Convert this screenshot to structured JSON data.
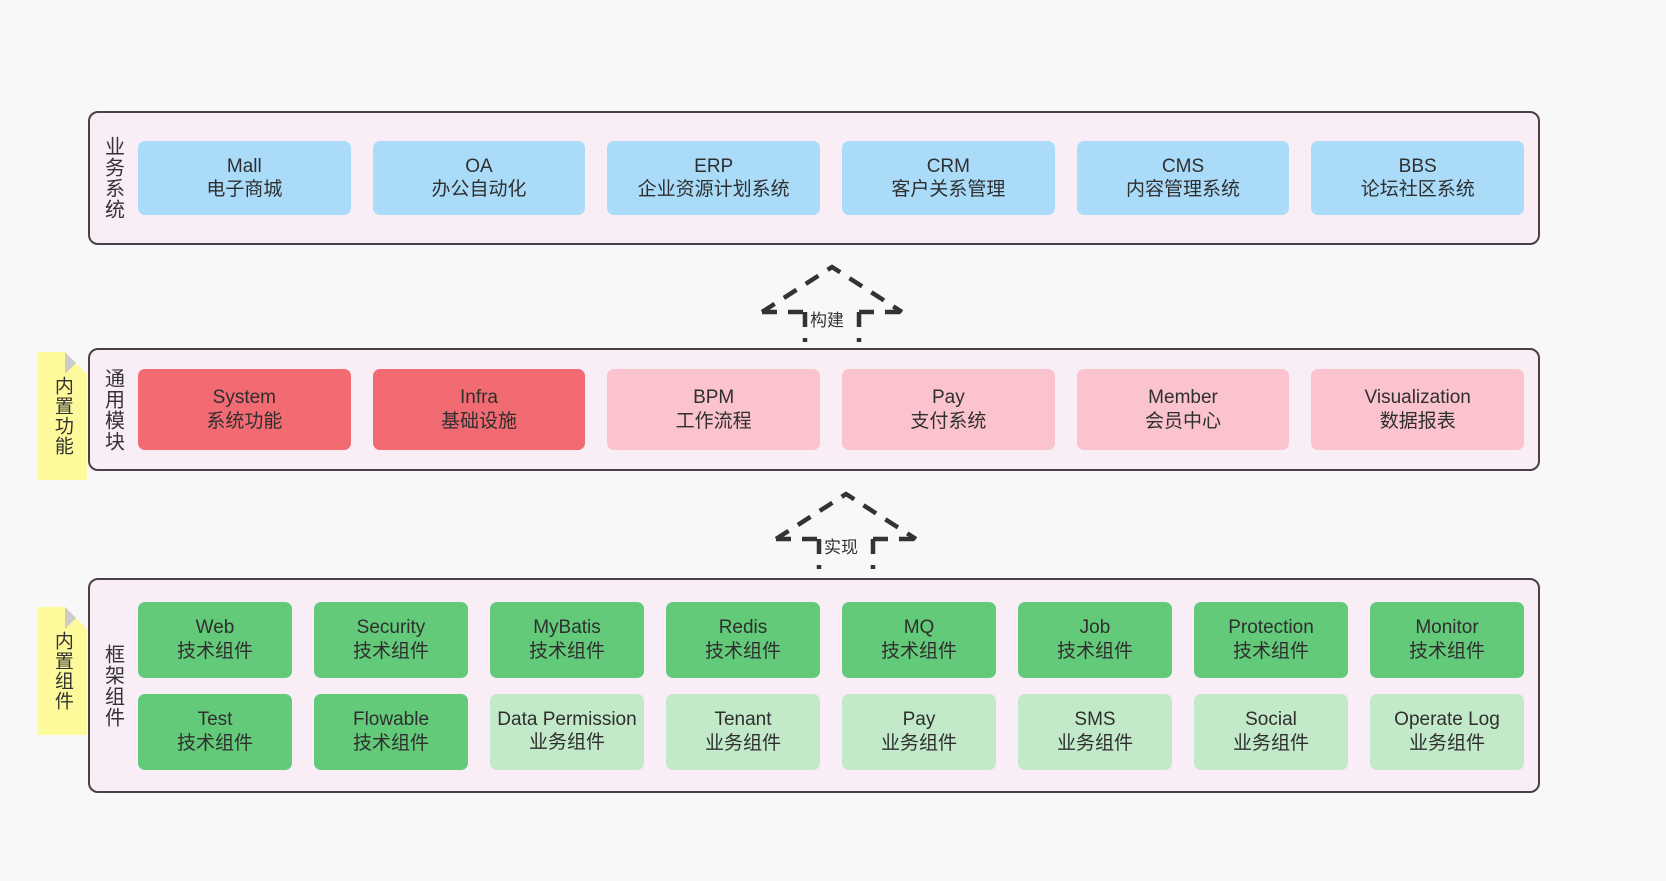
{
  "diagram": {
    "title": "ruoyi-vue-pro architecture layers",
    "colors": {
      "panel_bg": "#faeef6",
      "panel_border": "#4b4048",
      "blue": "#aadcfa",
      "red": "#f26a72",
      "pink": "#fbc3cd",
      "green": "#63ca79",
      "light_green": "#c2e9c8",
      "note_yellow": "#fdfa9c",
      "note_fold": "#cccccc",
      "canvas_bg": "#f8f8f8"
    }
  },
  "layers": {
    "business": {
      "title": "业务系统",
      "cards": [
        {
          "en": "Mall",
          "cn": "电子商城",
          "style": "blue"
        },
        {
          "en": "OA",
          "cn": "办公自动化",
          "style": "blue"
        },
        {
          "en": "ERP",
          "cn": "企业资源计划系统",
          "style": "blue"
        },
        {
          "en": "CRM",
          "cn": "客户关系管理",
          "style": "blue"
        },
        {
          "en": "CMS",
          "cn": "内容管理系统",
          "style": "blue"
        },
        {
          "en": "BBS",
          "cn": "论坛社区系统",
          "style": "blue"
        }
      ]
    },
    "common": {
      "title": "通用模块",
      "note": "内置功能",
      "cards": [
        {
          "en": "System",
          "cn": "系统功能",
          "style": "red"
        },
        {
          "en": "Infra",
          "cn": "基础设施",
          "style": "red"
        },
        {
          "en": "BPM",
          "cn": "工作流程",
          "style": "pink"
        },
        {
          "en": "Pay",
          "cn": "支付系统",
          "style": "pink"
        },
        {
          "en": "Member",
          "cn": "会员中心",
          "style": "pink"
        },
        {
          "en": "Visualization",
          "cn": "数据报表",
          "style": "pink"
        }
      ]
    },
    "framework": {
      "title": "框架组件",
      "note": "内置组件",
      "row1": [
        {
          "en": "Web",
          "cn": "技术组件",
          "style": "green"
        },
        {
          "en": "Security",
          "cn": "技术组件",
          "style": "green"
        },
        {
          "en": "MyBatis",
          "cn": "技术组件",
          "style": "green"
        },
        {
          "en": "Redis",
          "cn": "技术组件",
          "style": "green"
        },
        {
          "en": "MQ",
          "cn": "技术组件",
          "style": "green"
        },
        {
          "en": "Job",
          "cn": "技术组件",
          "style": "green"
        },
        {
          "en": "Protection",
          "cn": "技术组件",
          "style": "green"
        },
        {
          "en": "Monitor",
          "cn": "技术组件",
          "style": "green"
        }
      ],
      "row2": [
        {
          "en": "Test",
          "cn": "技术组件",
          "style": "green"
        },
        {
          "en": "Flowable",
          "cn": "技术组件",
          "style": "green"
        },
        {
          "en": "Data Permission",
          "cn": "业务组件",
          "style": "lgreen"
        },
        {
          "en": "Tenant",
          "cn": "业务组件",
          "style": "lgreen"
        },
        {
          "en": "Pay",
          "cn": "业务组件",
          "style": "lgreen"
        },
        {
          "en": "SMS",
          "cn": "业务组件",
          "style": "lgreen"
        },
        {
          "en": "Social",
          "cn": "业务组件",
          "style": "lgreen"
        },
        {
          "en": "Operate Log",
          "cn": "业务组件",
          "style": "lgreen"
        }
      ]
    }
  },
  "arrows": [
    {
      "label": "构建"
    },
    {
      "label": "实现"
    }
  ]
}
